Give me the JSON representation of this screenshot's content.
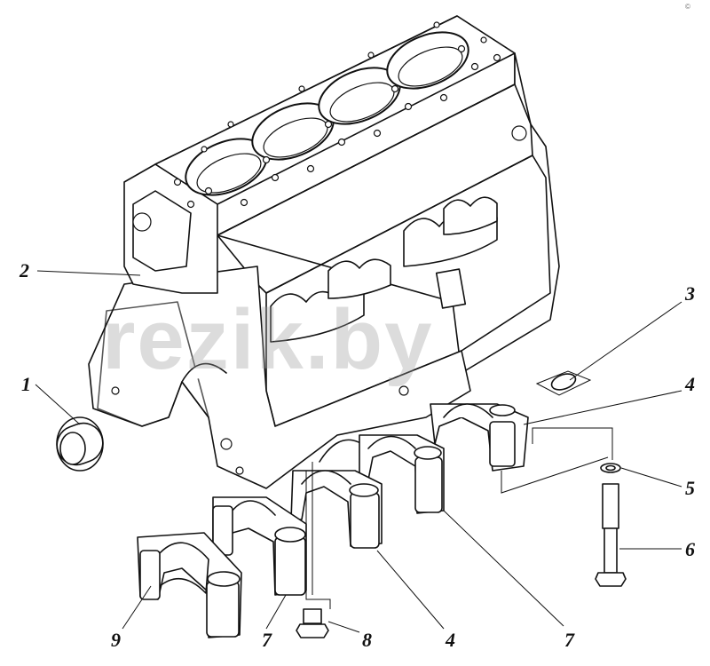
{
  "watermark": "rezik.by",
  "corner_mark": "©",
  "callouts": [
    {
      "id": "1",
      "label": "1"
    },
    {
      "id": "2",
      "label": "2"
    },
    {
      "id": "3",
      "label": "3"
    },
    {
      "id": "4a",
      "label": "4"
    },
    {
      "id": "5",
      "label": "5"
    },
    {
      "id": "6",
      "label": "6"
    },
    {
      "id": "7a",
      "label": "7"
    },
    {
      "id": "8",
      "label": "8"
    },
    {
      "id": "4b",
      "label": "4"
    },
    {
      "id": "7b",
      "label": "7"
    },
    {
      "id": "9",
      "label": "9"
    }
  ]
}
